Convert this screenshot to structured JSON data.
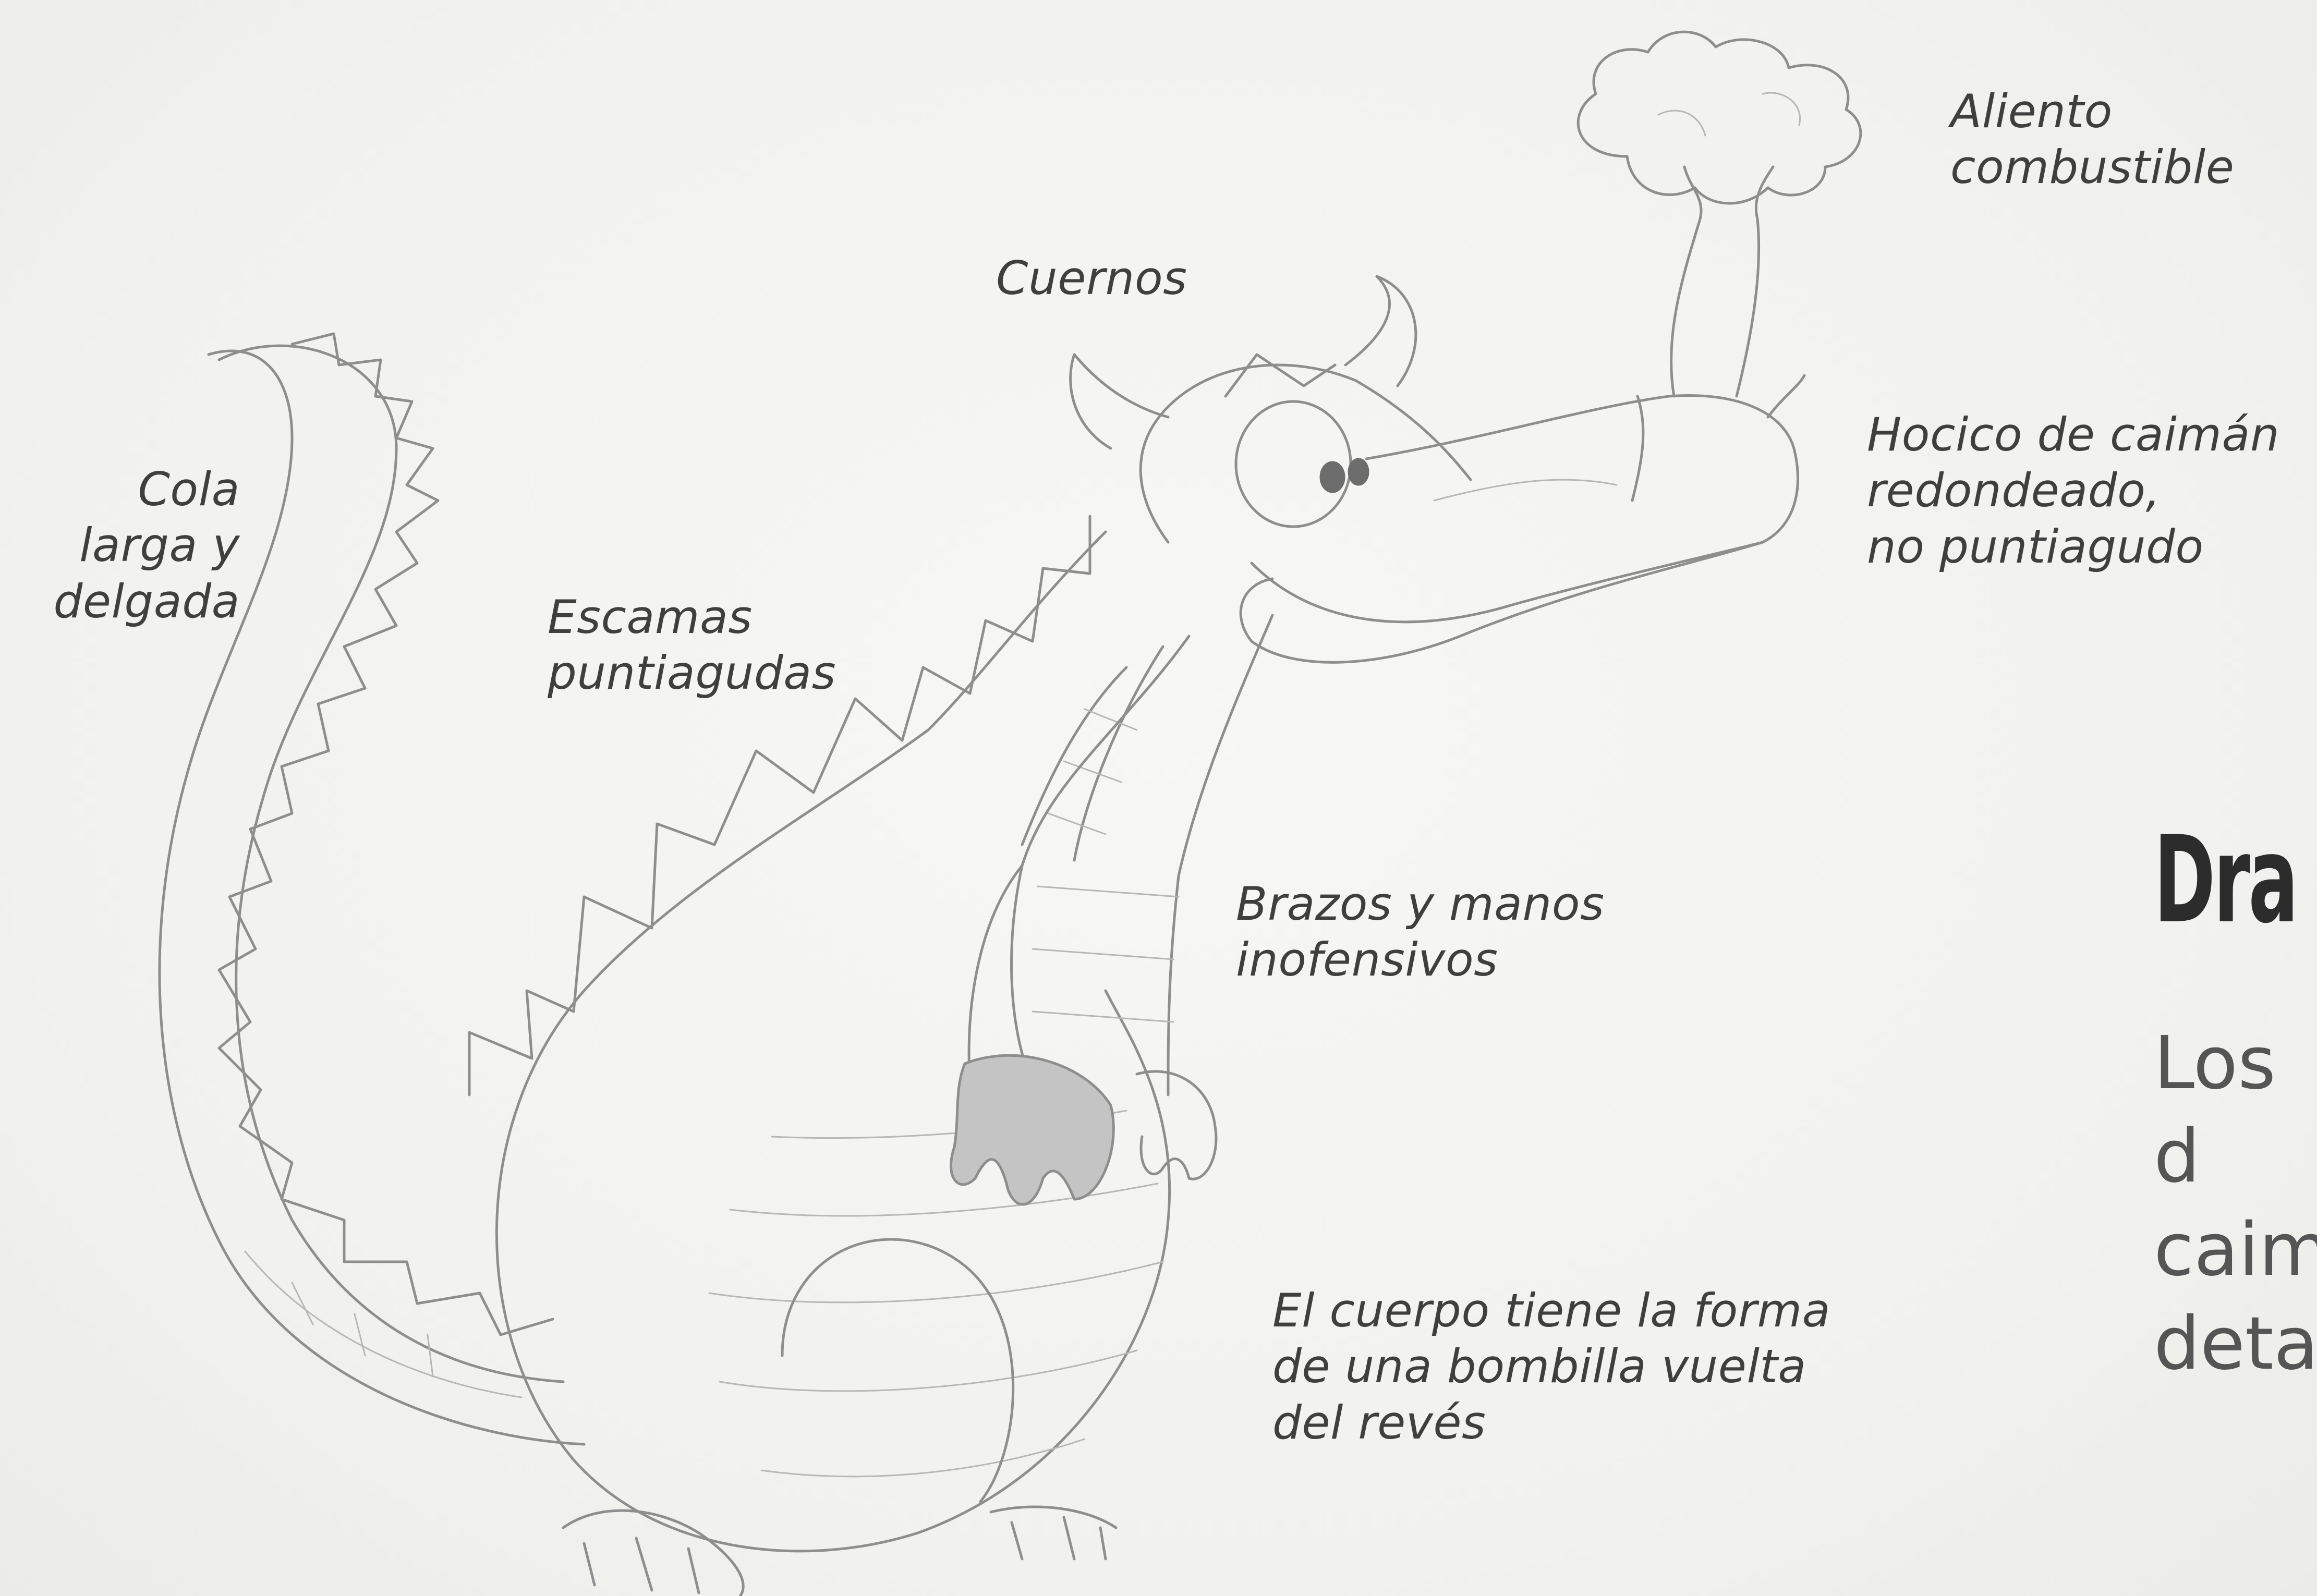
{
  "labels": {
    "breath": "Aliento\ncombustible",
    "horns": "Cuernos",
    "snout": "Hocico de caimán\nredondeado,\nno puntiagudo",
    "tail": "Cola\nlarga y\ndelgada",
    "scales": "Escamas\npuntiagudas",
    "arms": "Brazos y manos\ninofensivos",
    "body": "El cuerpo tiene la forma\nde una bombilla vuelta\ndel revés"
  },
  "section": {
    "heading": "Dra",
    "body_lines": "Los d\ncaim\ndetal"
  }
}
